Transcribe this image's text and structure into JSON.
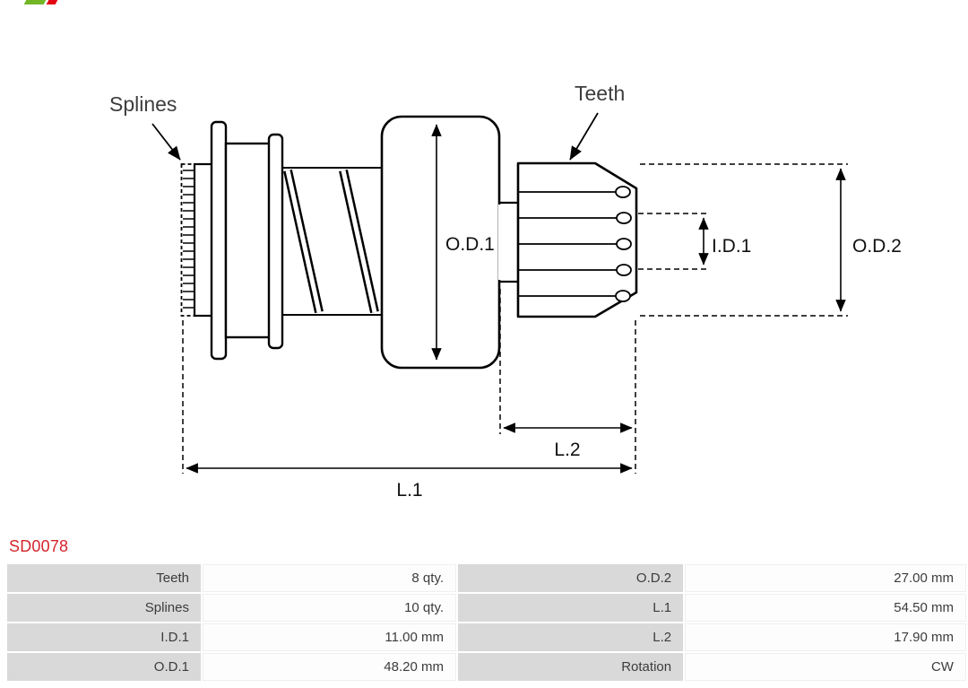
{
  "part_number": "SD0078",
  "logo": {
    "name": "as-pl-logo-fragment"
  },
  "diagram": {
    "labels": {
      "splines": "Splines",
      "teeth": "Teeth",
      "od1": "O.D.1",
      "id1": "I.D.1",
      "od2": "O.D.2",
      "l1": "L.1",
      "l2": "L.2"
    }
  },
  "spec_table": {
    "rows": [
      {
        "c1_label": "Teeth",
        "c1_value": "8 qty.",
        "c2_label": "O.D.2",
        "c2_value": "27.00 mm"
      },
      {
        "c1_label": "Splines",
        "c1_value": "10 qty.",
        "c2_label": "L.1",
        "c2_value": "54.50 mm"
      },
      {
        "c1_label": "I.D.1",
        "c1_value": "11.00 mm",
        "c2_label": "L.2",
        "c2_value": "17.90 mm"
      },
      {
        "c1_label": "O.D.1",
        "c1_value": "48.20 mm",
        "c2_label": "Rotation",
        "c2_value": "CW"
      }
    ]
  },
  "colors": {
    "part_number_red": "#d4252c",
    "table_label_bg": "#d9d9d9",
    "table_value_bg": "#fdfdfd",
    "drawing_stroke": "#000000",
    "logo_green": "#72b626",
    "logo_red": "#e30613"
  }
}
